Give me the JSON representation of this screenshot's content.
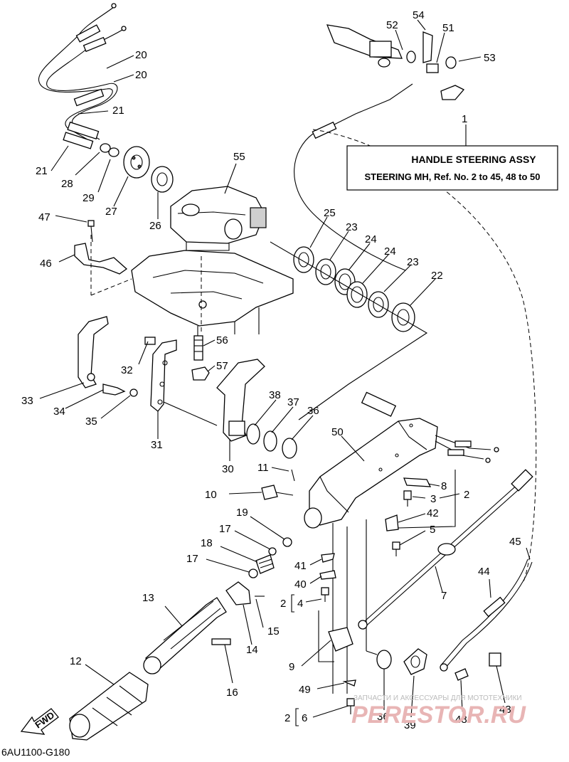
{
  "diagram": {
    "assembly_box": {
      "callout": "1",
      "title": "HANDLE STEERING ASSY",
      "subtitle": "STEERING MH, Ref. No. 2 to 45, 48 to 50"
    },
    "callouts": {
      "c54": "54",
      "c52": "52",
      "c51": "51",
      "c53": "53",
      "c20a": "20",
      "c20b": "20",
      "c21a": "21",
      "c21b": "21",
      "c28": "28",
      "c29": "29",
      "c27": "27",
      "c26": "26",
      "c55": "55",
      "c47": "47",
      "c46": "46",
      "c25": "25",
      "c23a": "23",
      "c24a": "24",
      "c24b": "24",
      "c23b": "23",
      "c22": "22",
      "c56": "56",
      "c57": "57",
      "c32": "32",
      "c33": "33",
      "c34": "34",
      "c35": "35",
      "c31": "31",
      "c30": "30",
      "c38": "38",
      "c37": "37",
      "c36a": "36",
      "c50": "50",
      "c11": "11",
      "c10": "10",
      "c8": "8",
      "c3": "3",
      "c2a": "2",
      "c42": "42",
      "c5": "5",
      "c19": "19",
      "c17a": "17",
      "c18": "18",
      "c17b": "17",
      "c41": "41",
      "c40": "40",
      "c2b": "2",
      "c4": "4",
      "c13": "13",
      "c15": "15",
      "c14": "14",
      "c7": "7",
      "c45": "45",
      "c44": "44",
      "c12": "12",
      "c16": "16",
      "c9": "9",
      "c49": "49",
      "c2c": "2",
      "c6": "6",
      "c36b": "36",
      "c39": "39",
      "c48": "48",
      "c43": "43"
    },
    "fwd_label": "FWD",
    "figure_code": "6AU1100-G180"
  },
  "watermark": {
    "caption": "ЗАПЧАСТИ И АКСЕССУАРЫ ДЛЯ МОТОТЕХНИКИ",
    "brand": "PERESTOR.RU"
  }
}
